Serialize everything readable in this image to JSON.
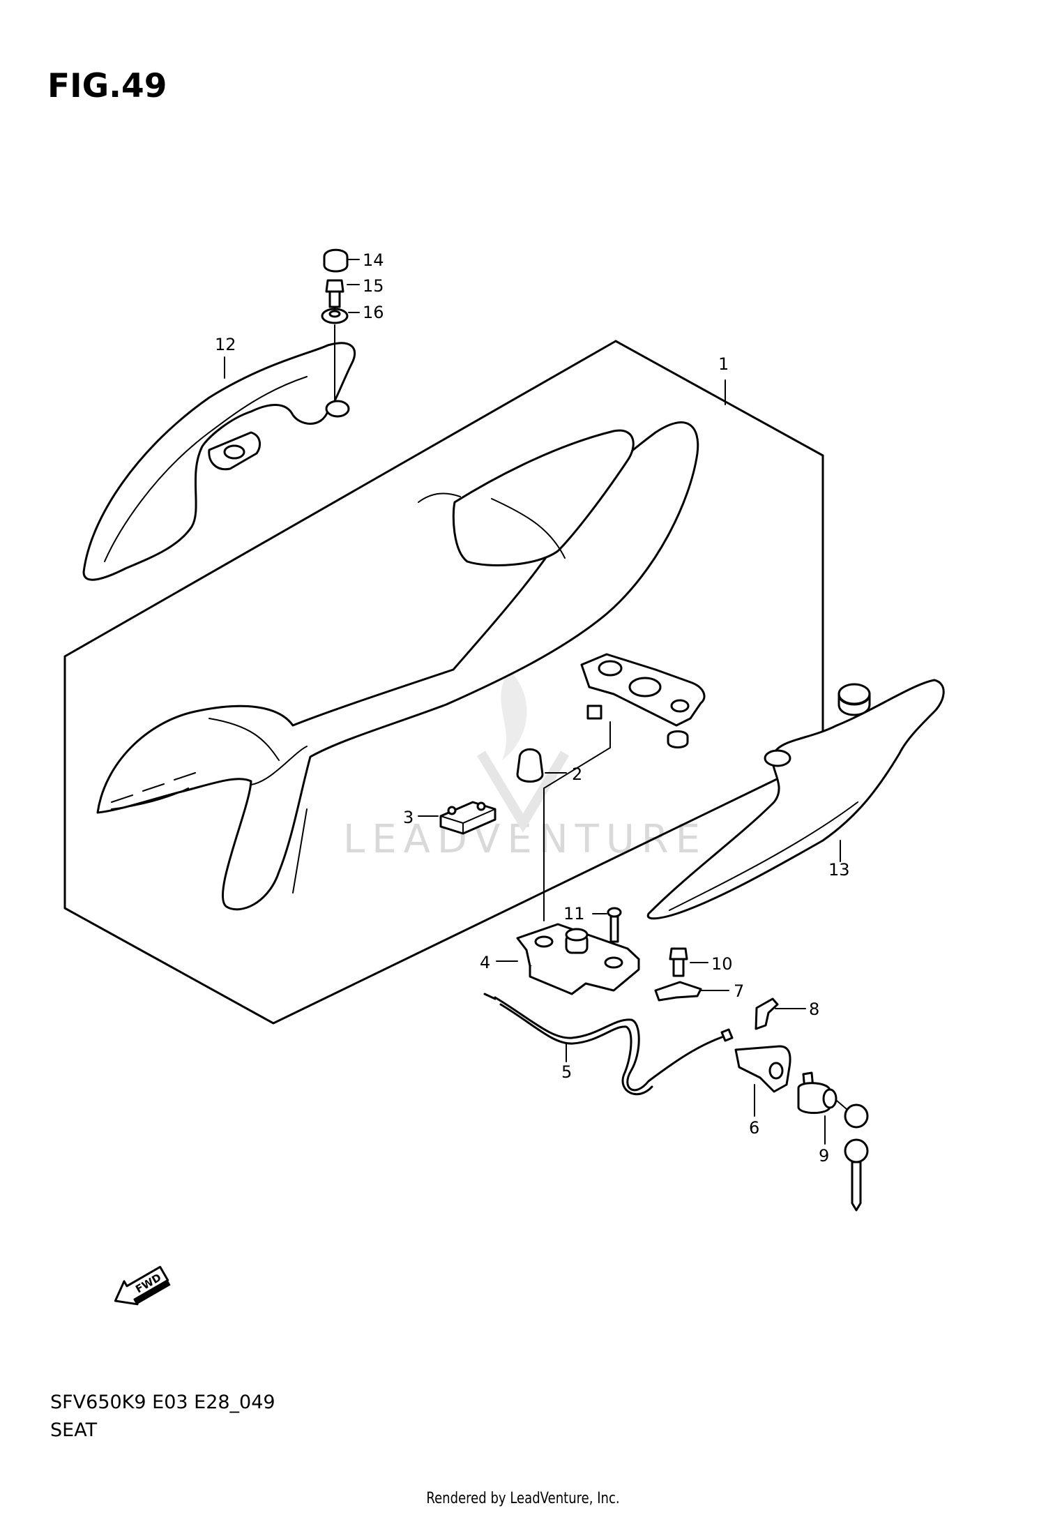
{
  "figure": {
    "title": "FIG.49",
    "model_code": "SFV650K9 E03 E28_049",
    "section_name": "SEAT",
    "credit": "Rendered by LeadVenture, Inc.",
    "watermark": "LEADVENTURE",
    "direction_label": "FWD"
  },
  "callouts": [
    {
      "id": "1",
      "label": "1"
    },
    {
      "id": "2",
      "label": "2"
    },
    {
      "id": "3",
      "label": "3"
    },
    {
      "id": "4",
      "label": "4"
    },
    {
      "id": "5",
      "label": "5"
    },
    {
      "id": "6",
      "label": "6"
    },
    {
      "id": "7",
      "label": "7"
    },
    {
      "id": "8",
      "label": "8"
    },
    {
      "id": "9",
      "label": "9"
    },
    {
      "id": "10",
      "label": "10"
    },
    {
      "id": "11",
      "label": "11"
    },
    {
      "id": "12",
      "label": "12"
    },
    {
      "id": "13",
      "label": "13"
    },
    {
      "id": "14",
      "label": "14"
    },
    {
      "id": "15",
      "label": "15"
    },
    {
      "id": "16",
      "label": "16"
    }
  ]
}
